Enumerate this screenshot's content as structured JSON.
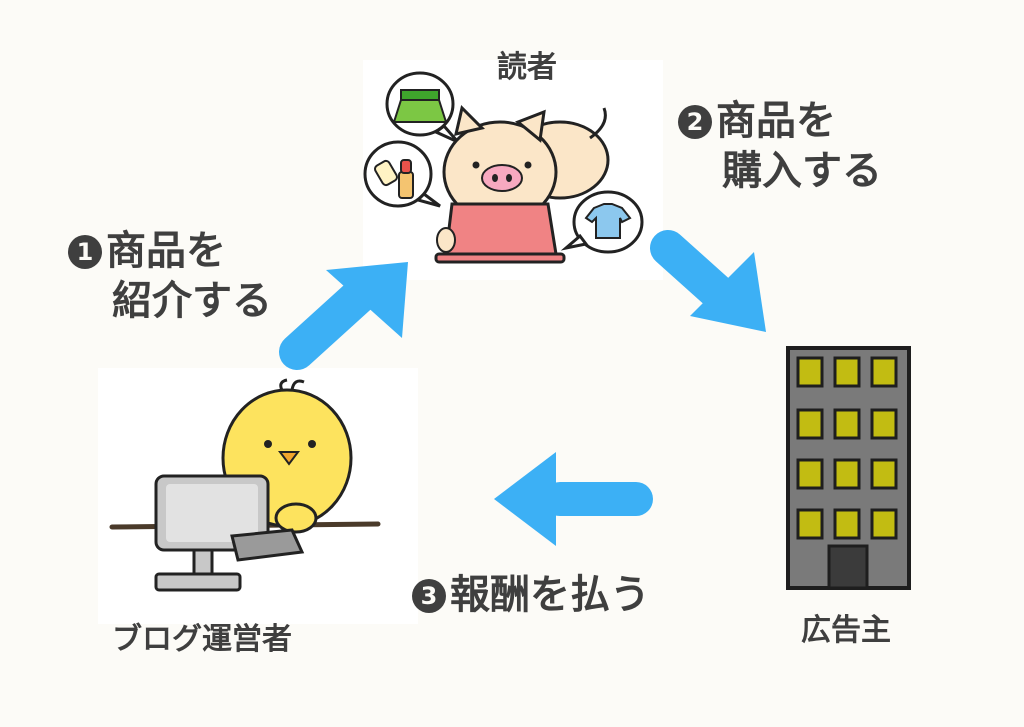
{
  "actors": {
    "reader": "読者",
    "blogger": "ブログ運営者",
    "advertiser": "広告主"
  },
  "steps": [
    {
      "number": "1",
      "line1": "商品を",
      "line2": "紹介する"
    },
    {
      "number": "2",
      "line1": "商品を",
      "line2": "購入する"
    },
    {
      "number": "3",
      "line1": "報酬を払う"
    }
  ],
  "colors": {
    "arrow": "#3cb0f5",
    "text": "#3f3f3f",
    "building": "#7a7a7a",
    "building_window": "#c2bc12",
    "background": "#fcfbf7"
  },
  "icons": {
    "reader": "pig-with-laptop-icon",
    "blogger": "chick-at-computer-icon",
    "advertiser": "office-building-icon"
  }
}
